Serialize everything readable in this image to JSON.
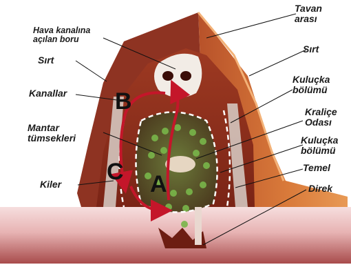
{
  "labels": {
    "tavan_arasi_1": "Tavan",
    "tavan_arasi_2": "arası",
    "hava_kanali_1": "Hava kanalına",
    "hava_kanali_2": "açılan boru",
    "sirt_left": "Sırt",
    "sirt_right": "Sırt",
    "kanallar": "Kanallar",
    "kulucka_top_1": "Kuluçka",
    "kulucka_top_2": "bölümü",
    "mantar_1": "Mantar",
    "mantar_2": "tümsekleri",
    "kralice_1": "Kraliçe",
    "kralice_2": "Odası",
    "kulucka_bottom_1": "Kuluçka",
    "kulucka_bottom_2": "bölümü",
    "temel": "Temel",
    "kiler": "Kiler",
    "direk": "Direk"
  },
  "letters": {
    "a": "A",
    "b": "B",
    "c": "C"
  }
}
